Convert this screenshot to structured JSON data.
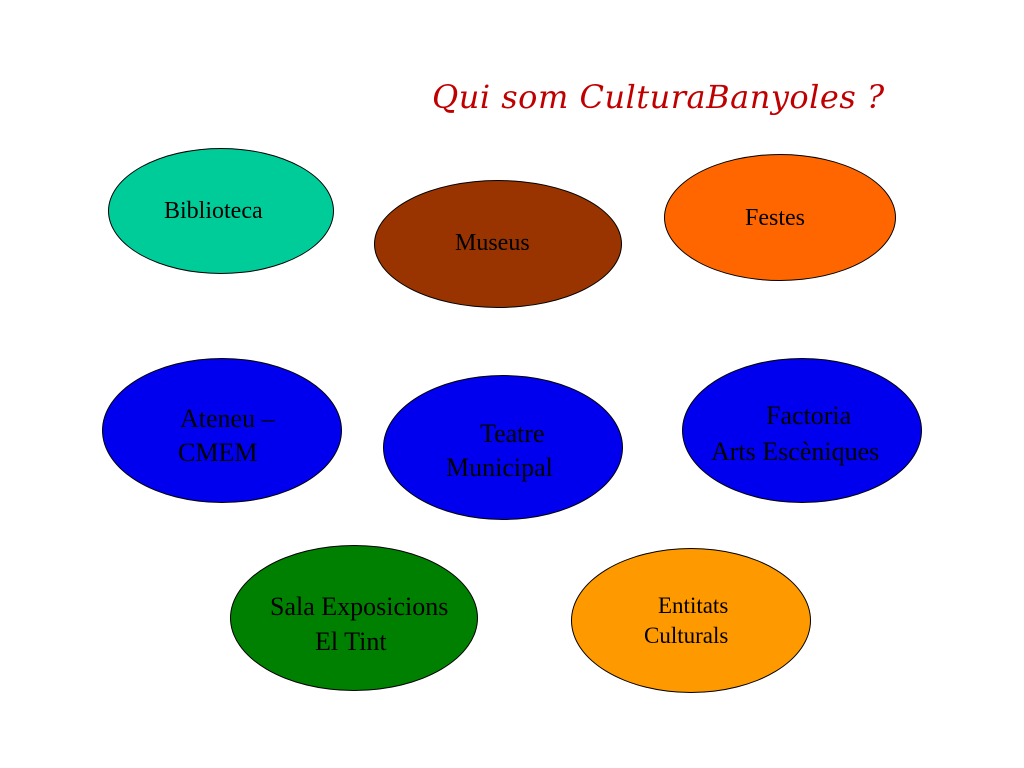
{
  "title": "Qui som CulturaBanyoles ?",
  "nodes": {
    "biblioteca": {
      "label": "Biblioteca",
      "color": "#00cc99"
    },
    "museus": {
      "label": "Museus",
      "color": "#993300"
    },
    "festes": {
      "label": "Festes",
      "color": "#ff6600"
    },
    "ateneu": {
      "line1": "Ateneu –",
      "line2": "CMEM",
      "color": "#0000ee"
    },
    "teatre": {
      "line1": "Teatre",
      "line2": "Municipal",
      "color": "#0000ee"
    },
    "factoria": {
      "line1": "Factoria",
      "line2": "Arts Escèniques",
      "color": "#0000ee"
    },
    "sala": {
      "line1": "Sala Exposicions",
      "line2": "El Tint",
      "color": "#008000"
    },
    "entitats": {
      "line1": "Entitats",
      "line2": "Culturals",
      "color": "#ff9900"
    }
  }
}
